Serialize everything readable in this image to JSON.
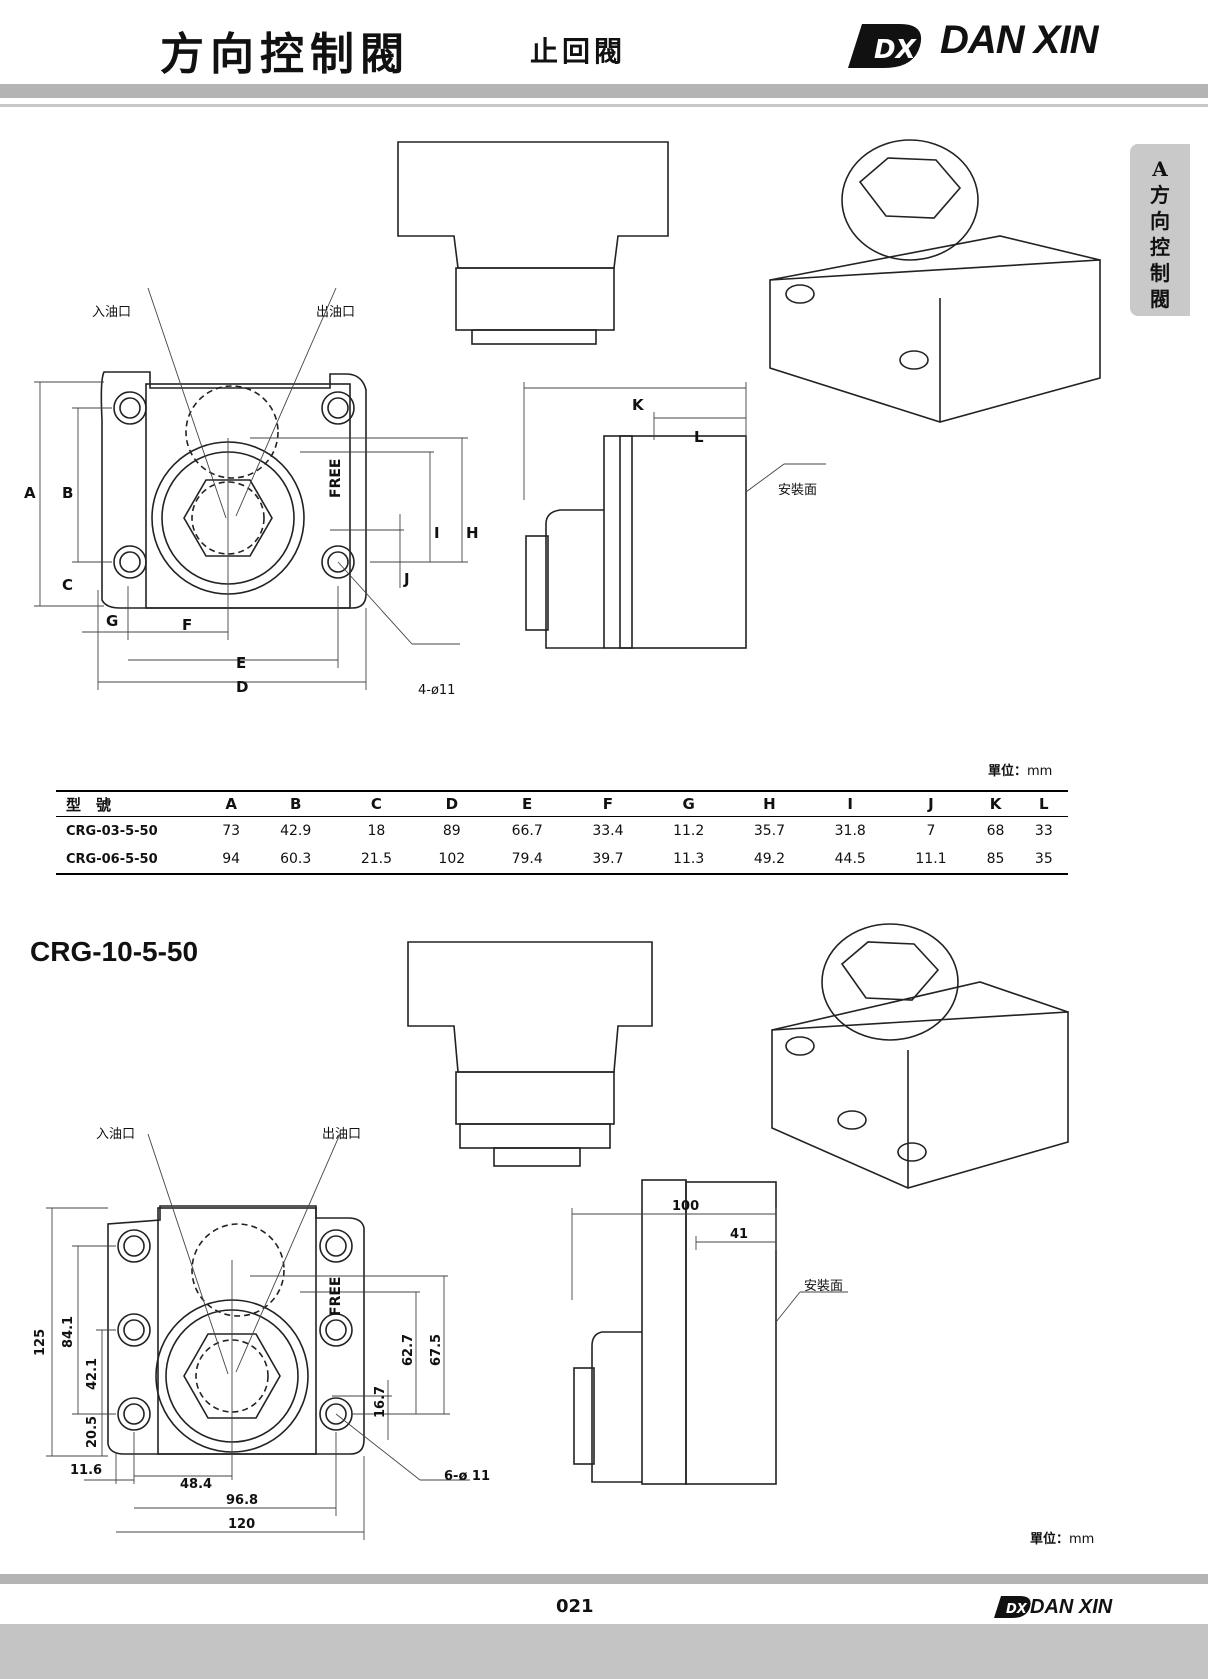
{
  "header": {
    "title": "方向控制閥",
    "subtitle": "止回閥",
    "brand_mark": "DX",
    "brand_name": "DAN XIN"
  },
  "side_tab": {
    "chars": [
      "A",
      "方",
      "向",
      "控",
      "制",
      "閥"
    ]
  },
  "drawing1": {
    "inlet_label": "入油口",
    "outlet_label": "出油口",
    "mount_label": "安裝面",
    "free_label": "FREE",
    "hole_label": "4-ø11",
    "dims": [
      "A",
      "B",
      "C",
      "D",
      "E",
      "F",
      "G",
      "H",
      "I",
      "J",
      "K",
      "L"
    ]
  },
  "unit1": {
    "label": "單位：",
    "unit": "mm"
  },
  "table": {
    "headers": [
      "型　號",
      "A",
      "B",
      "C",
      "D",
      "E",
      "F",
      "G",
      "H",
      "I",
      "J",
      "K",
      "L"
    ],
    "rows": [
      [
        "CRG-03-5-50",
        "73",
        "42.9",
        "18",
        "89",
        "66.7",
        "33.4",
        "11.2",
        "35.7",
        "31.8",
        "7",
        "68",
        "33"
      ],
      [
        "CRG-06-5-50",
        "94",
        "60.3",
        "21.5",
        "102",
        "79.4",
        "39.7",
        "11.3",
        "49.2",
        "44.5",
        "11.1",
        "85",
        "35"
      ]
    ]
  },
  "model2": "CRG-10-5-50",
  "drawing2": {
    "inlet_label": "入油口",
    "outlet_label": "出油口",
    "mount_label": "安裝面",
    "free_label": "FREE",
    "hole_label": "6-ø 11",
    "dims": [
      "125",
      "84.1",
      "42.1",
      "20.5",
      "11.6",
      "48.4",
      "96.8",
      "120",
      "62.7",
      "67.5",
      "16.7",
      "100",
      "41"
    ]
  },
  "unit2": {
    "label": "單位：",
    "unit": "mm"
  },
  "footer": {
    "page": "021",
    "brand_mark": "DX",
    "brand_name": "DAN XIN"
  }
}
